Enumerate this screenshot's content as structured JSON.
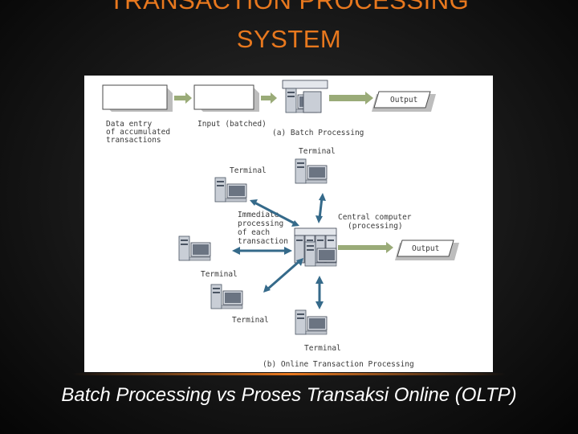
{
  "slide": {
    "title_line1": "TRANSACTION PROCESSING",
    "title_line2": "SYSTEM",
    "caption": "Batch Processing vs Proses Transaksi Online (OLTP)"
  },
  "figure": {
    "batch": {
      "data_entry": [
        "Data entry",
        "of accumulated",
        "transactions"
      ],
      "input": "Input (batched)",
      "output": "Output",
      "caption": "(a) Batch Processing"
    },
    "online": {
      "terminal": "Terminal",
      "immediate": [
        "Immediate",
        "processing",
        "of each",
        "transaction"
      ],
      "central": [
        "Central computer",
        "(processing)"
      ],
      "output": "Output",
      "caption": "(b) Online Transaction Processing"
    }
  },
  "colors": {
    "title": "#e8781e",
    "caption": "#ffffff",
    "arrow_batch": "#9aab78",
    "arrow_online": "#356a8a"
  }
}
